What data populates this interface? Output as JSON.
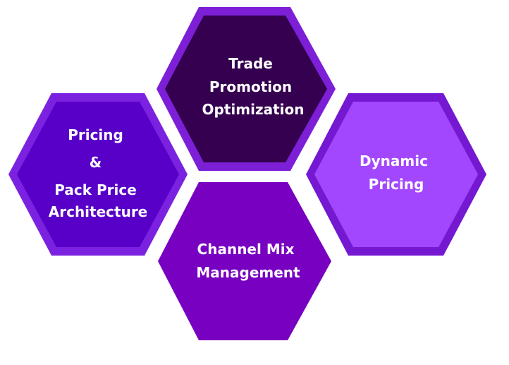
{
  "hexagons": {
    "trade": {
      "lines": [
        "Trade",
        "Promotion",
        "Optimization"
      ],
      "fill": "#34004f",
      "border": "#7c1fd6"
    },
    "pricing": {
      "lines": [
        "Pricing",
        "&",
        "Pack Price",
        "Architecture"
      ],
      "fill": "#5800c8",
      "border": "#7b22e0"
    },
    "dynamic": {
      "lines": [
        "Dynamic",
        "Pricing"
      ],
      "fill": "#a347ff",
      "border": "#7418d2"
    },
    "channel": {
      "lines": [
        "Channel Mix",
        "Management"
      ],
      "fill": "#7800c0",
      "border": "#ffffff"
    }
  }
}
